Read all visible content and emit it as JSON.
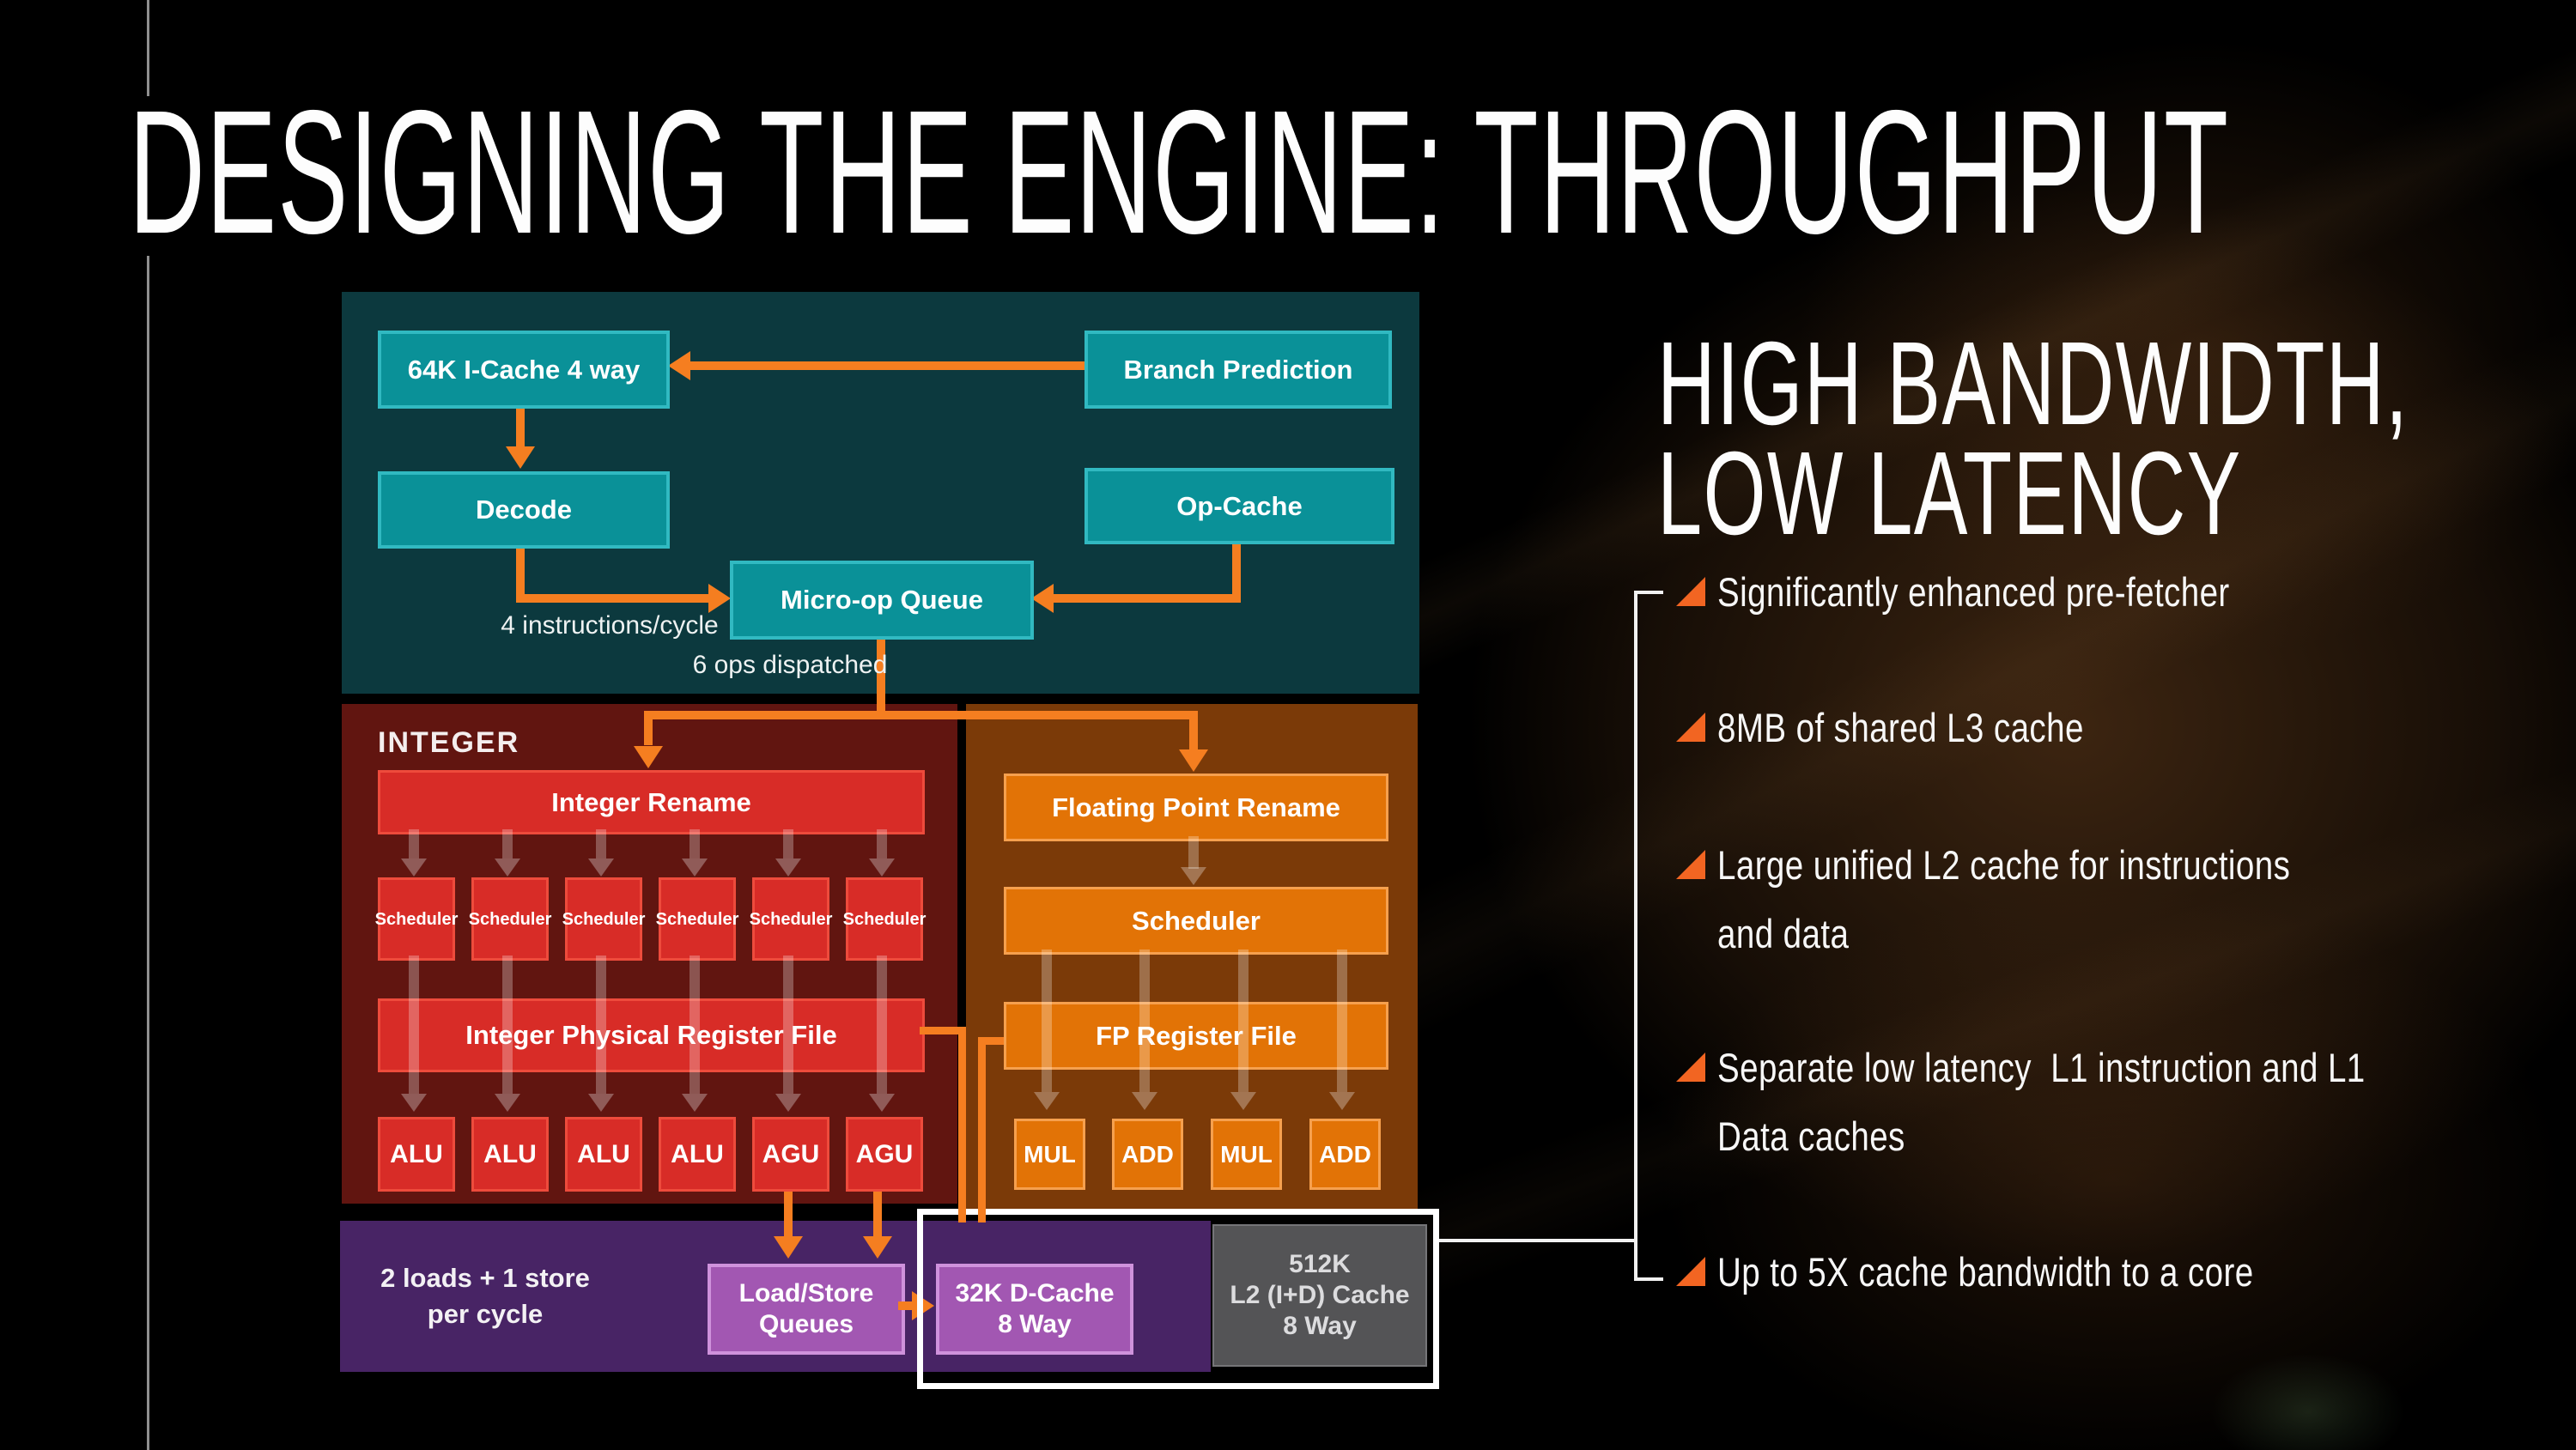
{
  "title": "DESIGNING THE ENGINE: THROUGHPUT",
  "colors": {
    "arrow_orange": "#f57e20",
    "teal_box": "#0a9198",
    "red_box": "#d82c27",
    "orange_box": "#e27306",
    "purple_box": "#a257b2",
    "l2_gray": "#545456",
    "bullet_marker": "#f26522"
  },
  "front_end": {
    "icache": "64K I-Cache 4 way",
    "branch_prediction": "Branch Prediction",
    "decode": "Decode",
    "opcache": "Op-Cache",
    "microop_queue": "Micro-op Queue",
    "instructions_label": "4 instructions/cycle",
    "dispatch_label": "6 ops dispatched"
  },
  "integer": {
    "panel_label": "INTEGER",
    "rename": "Integer Rename",
    "schedulers": [
      "Scheduler",
      "Scheduler",
      "Scheduler",
      "Scheduler",
      "Scheduler",
      "Scheduler"
    ],
    "register_file": "Integer Physical Register File",
    "units": [
      "ALU",
      "ALU",
      "ALU",
      "ALU",
      "AGU",
      "AGU"
    ]
  },
  "floating_point": {
    "rename": "Floating Point Rename",
    "scheduler": "Scheduler",
    "register_file": "FP Register File",
    "units": [
      "MUL",
      "ADD",
      "MUL",
      "ADD"
    ]
  },
  "memory": {
    "loads_note_line1": "2 loads + 1 store",
    "loads_note_line2": "per cycle",
    "load_store_line1": "Load/Store",
    "load_store_line2": "Queues",
    "dcache_line1": "32K D-Cache",
    "dcache_line2": "8 Way",
    "l2_line1": "512K",
    "l2_line2": "L2 (I+D) Cache",
    "l2_line3": "8 Way"
  },
  "right_panel": {
    "heading_line1": "HIGH BANDWIDTH,",
    "heading_line2": "LOW LATENCY",
    "bullets": [
      {
        "lines": [
          "Significantly enhanced pre-fetcher",
          ""
        ]
      },
      {
        "lines": [
          "8MB of shared L3 cache",
          ""
        ]
      },
      {
        "lines": [
          "Large unified L2 cache for instructions",
          "and data"
        ]
      },
      {
        "lines": [
          "Separate low latency  L1 instruction and L1",
          "Data caches"
        ]
      },
      {
        "lines": [
          "Up to 5X cache bandwidth to a core",
          ""
        ]
      }
    ]
  }
}
